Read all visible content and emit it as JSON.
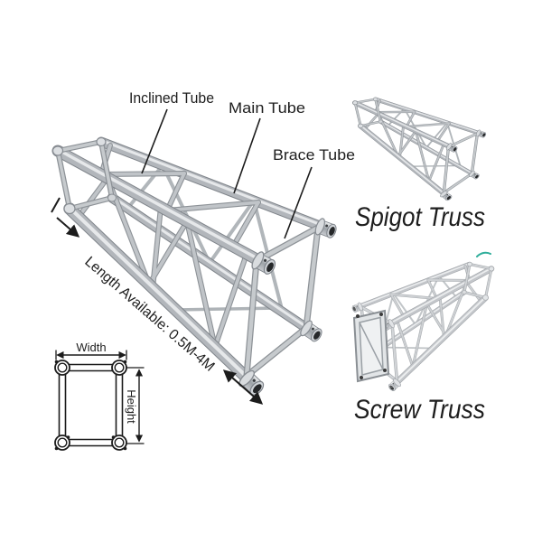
{
  "annotations": {
    "inclined_tube": "Inclined Tube",
    "main_tube": "Main Tube",
    "brace_tube": "Brace Tube",
    "length_available": "Length Available: 0.5M-4M"
  },
  "products": {
    "spigot_truss": "Spigot Truss",
    "screw_truss": "Screw Truss"
  },
  "cross_section": {
    "width_label": "Width",
    "height_label": "Height"
  },
  "colors": {
    "background": "#ffffff",
    "text": "#1e1e1e",
    "annotation_line": "#1c1c1c",
    "metal_light": "#e9ebed",
    "metal_base": "#b2b6bb",
    "metal_dark": "#7f848a",
    "spigot_hole": "#26282a",
    "teal_mark": "#2fae9b"
  }
}
